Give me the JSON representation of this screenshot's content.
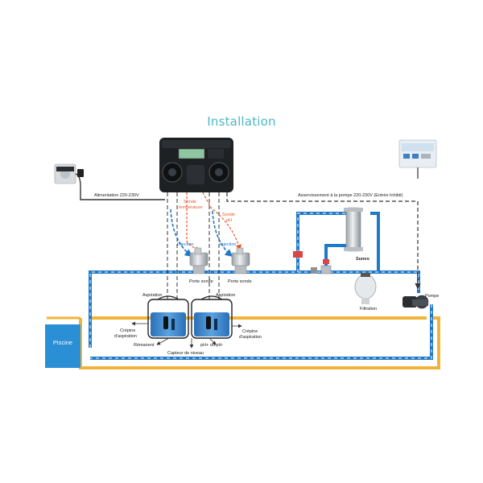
{
  "title": "Installation",
  "labels": {
    "power_supply": "Alimentation 220-230V",
    "pump_control": "Asservissement à la pompe 220-230V (Entrée Inhibit)",
    "temp_probe_1": "Sonde",
    "temp_probe_2": "température",
    "ph_probe_1": "Sonde",
    "ph_probe_2": "pH",
    "injection_left": "Injection",
    "injection_right": "Injection",
    "probe_holder_left": "Porte sonde",
    "probe_holder_right": "Porte sonde",
    "suneo": "Suneo",
    "filtration": "Filtration",
    "pump": "Pompe",
    "pool": "Piscine",
    "aspiration_left": "Aspiration",
    "aspiration_right": "Aspiration",
    "strainer_left_1": "Crépine",
    "strainer_left_2": "d'aspiration",
    "strainer_right_1": "Crépine",
    "strainer_right_2": "d'aspiration",
    "remanent": "Rémanent",
    "ph_plus_minus": "pH+ ou pH-",
    "level_sensor": "Capteur de niveau"
  },
  "colors": {
    "title": "#4cb8c4",
    "pipe_blue": "#1f78c8",
    "pool_yellow": "#f0b43a",
    "probe_orange": "#e8572a",
    "cable": "#333333",
    "pool_box": "#2a8fd4"
  }
}
